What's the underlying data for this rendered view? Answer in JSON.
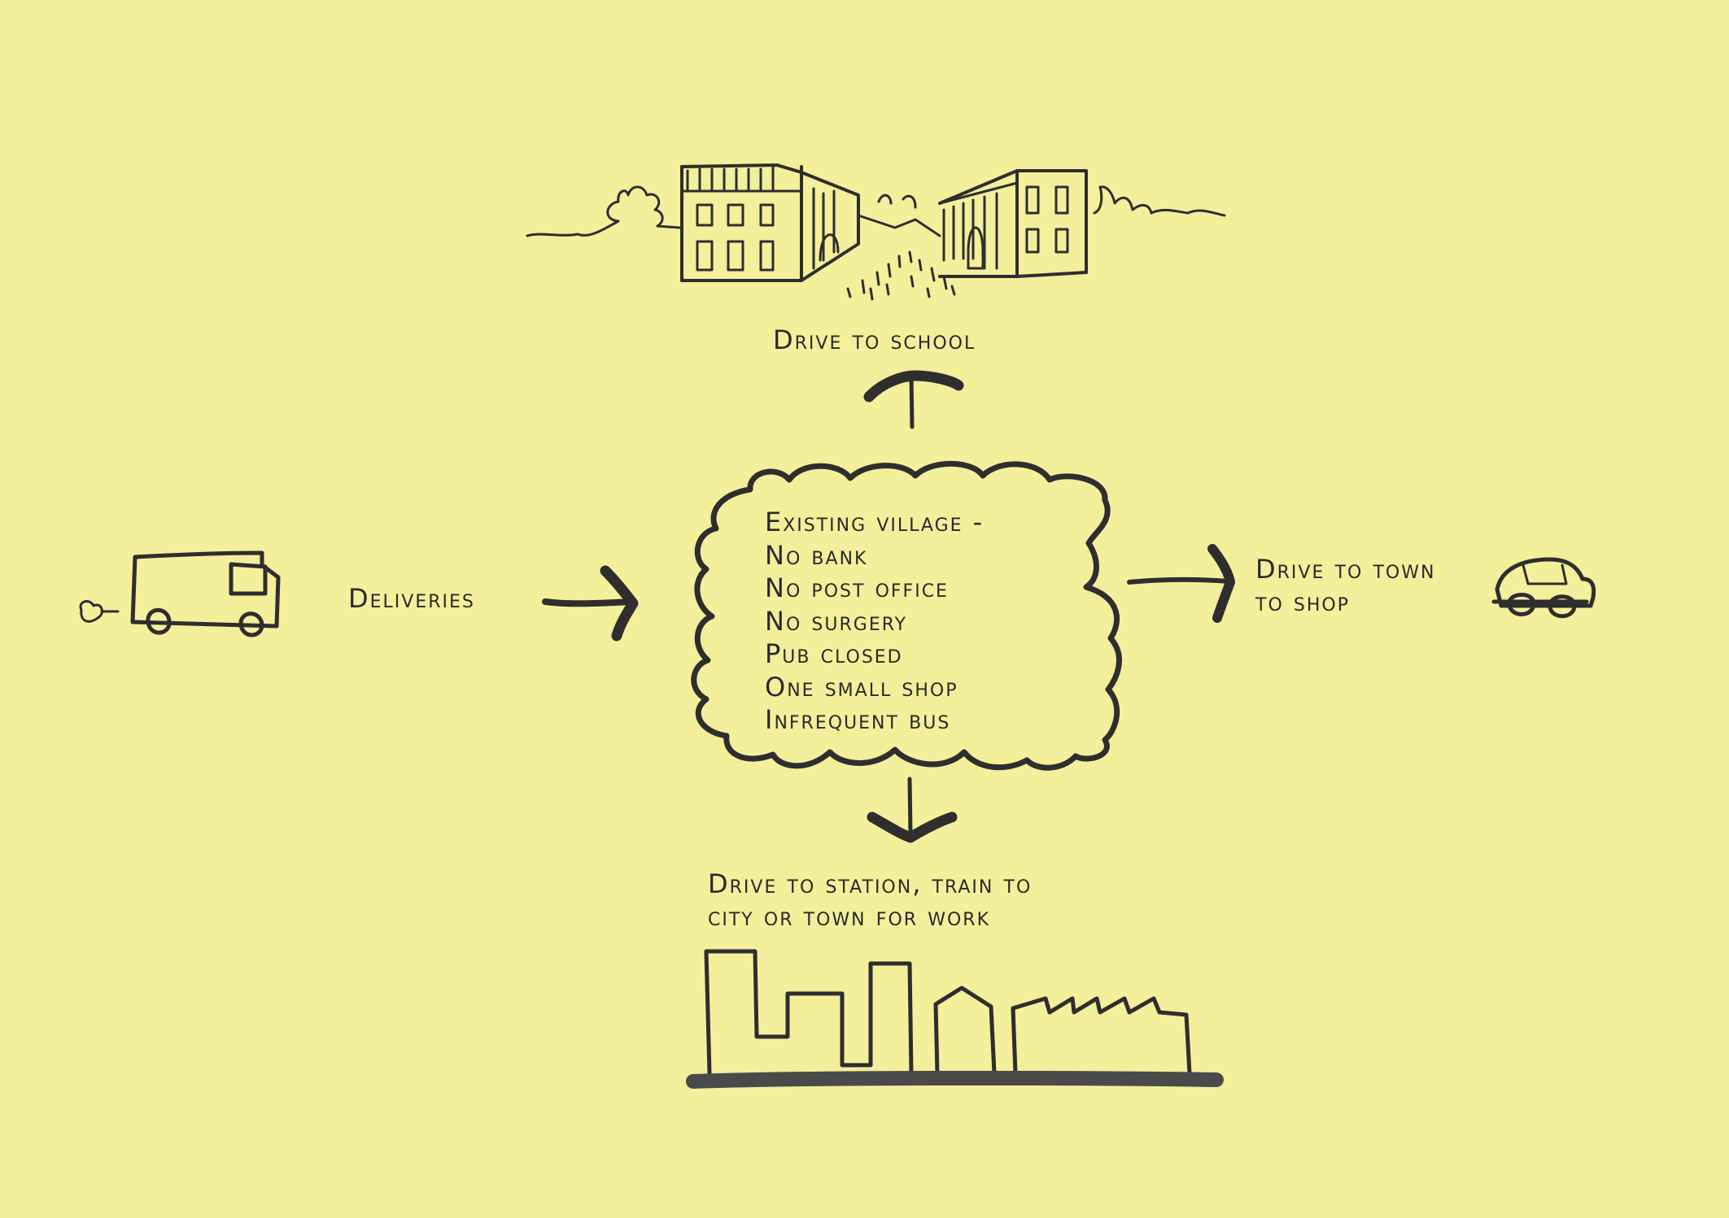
{
  "village": {
    "lines": [
      "Existing village -",
      "No bank",
      "No post office",
      "No surgery",
      "Pub closed",
      "One small shop",
      "Infrequent bus"
    ]
  },
  "destinations": {
    "school": "Drive to school",
    "deliveries": "Deliveries",
    "town_line1": "Drive to town",
    "town_line2": "to shop",
    "station_line1": "Drive to station, train to",
    "station_line2": "city or town for work"
  },
  "colors": {
    "background": "#f3ef9b",
    "ink": "#2a2a2a"
  },
  "icons": {
    "top": "village-street-sketch",
    "left": "delivery-van",
    "right": "car",
    "bottom": "city-skyline-sketch"
  }
}
